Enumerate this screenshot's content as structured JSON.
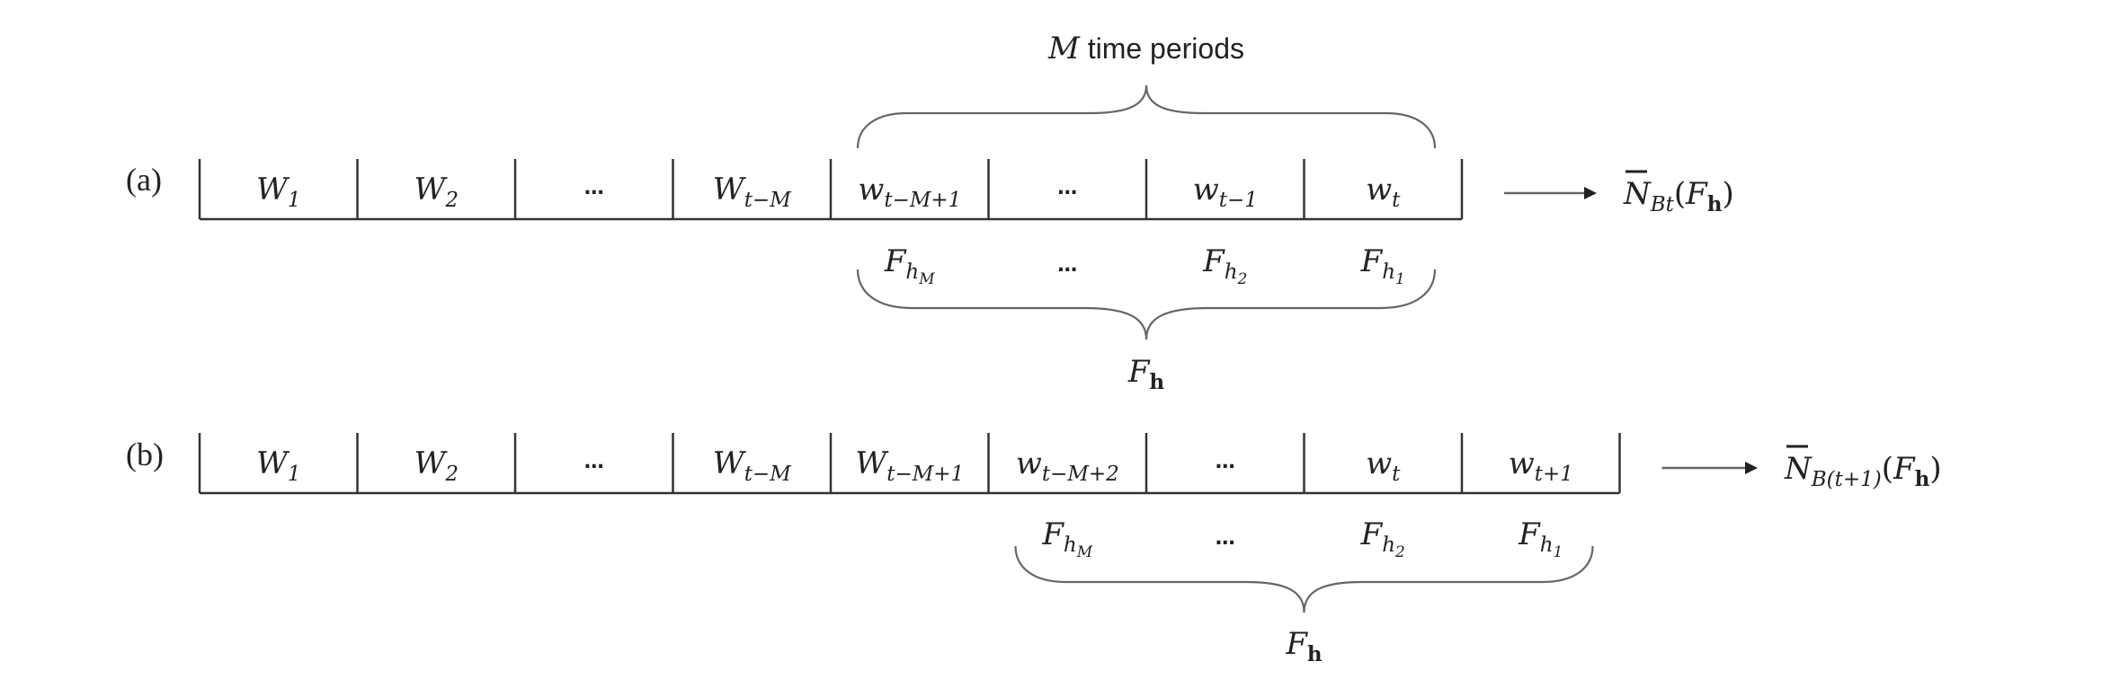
{
  "panels": [
    {
      "label": "(a)",
      "cells": [
        {
          "base": "W",
          "sub": "1"
        },
        {
          "base": "W",
          "sub": "2"
        },
        {
          "base": "…",
          "sub": ""
        },
        {
          "base": "W",
          "sub": "t−M"
        },
        {
          "base": "w",
          "sub": "t−M+1"
        },
        {
          "base": "…",
          "sub": ""
        },
        {
          "base": "w",
          "sub": "t−1"
        },
        {
          "base": "w",
          "sub": "t"
        }
      ],
      "top_brace_label": {
        "italic": "M",
        "rest": " time periods"
      },
      "f_labels": [
        {
          "base": "F",
          "sub": "h",
          "subsub": "M"
        },
        {
          "base": "…",
          "sub": "",
          "subsub": ""
        },
        {
          "base": "F",
          "sub": "h",
          "subsub": "2"
        },
        {
          "base": "F",
          "sub": "h",
          "subsub": "1"
        }
      ],
      "bottom_brace_label": {
        "base": "F",
        "sub": "h"
      },
      "output": {
        "base": "N",
        "sub": "Bt",
        "arg_base": "F",
        "arg_sub": "h"
      }
    },
    {
      "label": "(b)",
      "cells": [
        {
          "base": "W",
          "sub": "1"
        },
        {
          "base": "W",
          "sub": "2"
        },
        {
          "base": "…",
          "sub": ""
        },
        {
          "base": "W",
          "sub": "t−M"
        },
        {
          "base": "W",
          "sub": "t−M+1"
        },
        {
          "base": "w",
          "sub": "t−M+2"
        },
        {
          "base": "…",
          "sub": ""
        },
        {
          "base": "w",
          "sub": "t"
        },
        {
          "base": "w",
          "sub": "t+1"
        }
      ],
      "f_labels": [
        {
          "base": "F",
          "sub": "h",
          "subsub": "M"
        },
        {
          "base": "…",
          "sub": "",
          "subsub": ""
        },
        {
          "base": "F",
          "sub": "h",
          "subsub": "2"
        },
        {
          "base": "F",
          "sub": "h",
          "subsub": "1"
        }
      ],
      "bottom_brace_label": {
        "base": "F",
        "sub": "h"
      },
      "output": {
        "base": "N",
        "sub": "B(t+1)",
        "arg_base": "F",
        "arg_sub": "h"
      }
    }
  ]
}
